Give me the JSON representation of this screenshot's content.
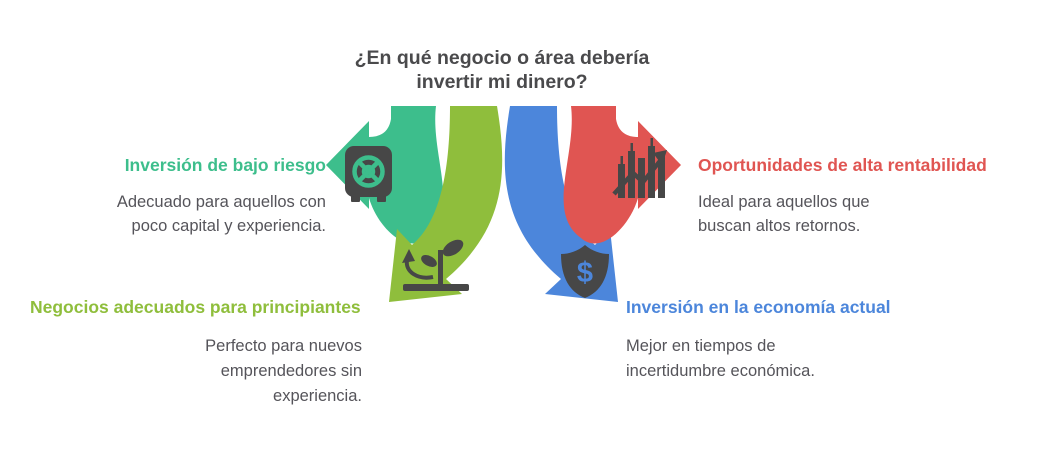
{
  "title": {
    "lines": [
      "¿En qué negocio o área debería",
      "invertir mi dinero?"
    ]
  },
  "sections": {
    "low_risk": {
      "heading": "Inversión de bajo riesgo",
      "lines": [
        "Adecuado para aquellos con",
        "poco capital y experiencia."
      ],
      "icon": "vault-safe-icon"
    },
    "high_return": {
      "heading": "Oportunidades de alta rentabilidad",
      "lines": [
        "Ideal para aquellos que",
        "buscan altos retornos."
      ],
      "icon": "stock-chart-icon"
    },
    "beginners": {
      "heading": "Negocios adecuados para principiantes",
      "lines": [
        "Perfecto para nuevos",
        "emprendedores sin",
        "experiencia."
      ],
      "icon": "sprout-growth-icon"
    },
    "economy": {
      "heading": "Inversión en la economía actual",
      "lines": [
        "Mejor en tiempos de",
        "incertidumbre económica."
      ],
      "icon": "shield-dollar-icon"
    }
  },
  "icons": {
    "shield_glyph": "$"
  },
  "colors": {
    "green": "#3DBE8C",
    "olive": "#8FBE3C",
    "blue": "#4C86DB",
    "red": "#E05552",
    "icon_dark": "#474747",
    "title_text": "#4A4A4C",
    "body_text": "#55545A"
  }
}
